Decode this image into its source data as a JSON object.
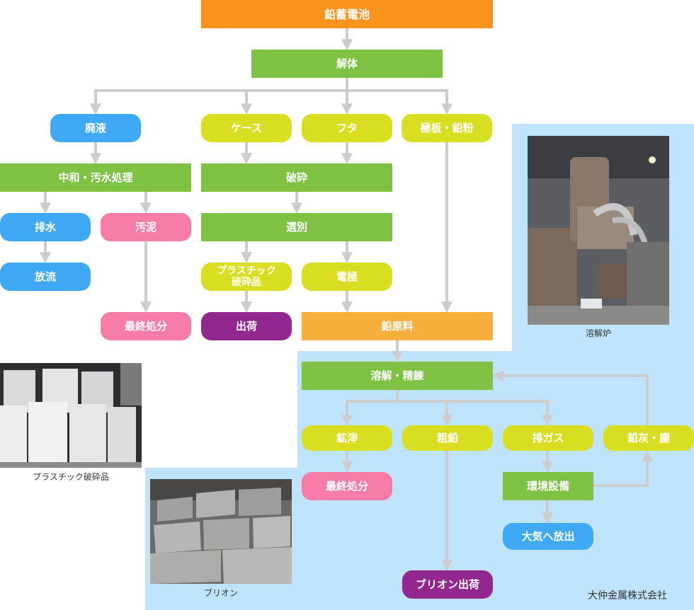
{
  "title": "鉛蓄電池",
  "nodes": {
    "kaitai": "解体",
    "haieki": "廃液",
    "case": "ケース",
    "futa": "フタ",
    "kyokuban": "極板・鉛粉",
    "chuwa": "中和・汚水処理",
    "haisui": "排水",
    "odei": "汚泥",
    "horyu": "放流",
    "saishu1": "最終処分",
    "hasai": "破砕",
    "senbetsu": "選別",
    "plastic_l1": "プラスチック",
    "plastic_l2": "破砕品",
    "denkyoku": "電極",
    "shukka": "出荷",
    "namari_genryo": "鉛原料",
    "youkai": "溶解・精錬",
    "kousai": "鉱滓",
    "sonamari": "粗鉛",
    "haigas": "排ガス",
    "namari_hai": "鉛灰・塵",
    "saishu2": "最終処分",
    "kankyo": "環境設備",
    "taiki": "大気へ放出",
    "bullion": "ブリオン出荷"
  },
  "captions": {
    "furnace": "溶解炉",
    "plastic": "プラスチック破砕品",
    "bullion": "ブリオン"
  },
  "company": "大仲金属株式会社",
  "colors": {
    "orange": "#f7931e",
    "light_orange": "#f7ae3a",
    "green": "#7dc242",
    "blue": "#3fa9f5",
    "pink": "#f77ba7",
    "yellow": "#d9de21",
    "purple": "#93278f",
    "arrow": "#cccccc",
    "area": "#bfe3fb"
  }
}
